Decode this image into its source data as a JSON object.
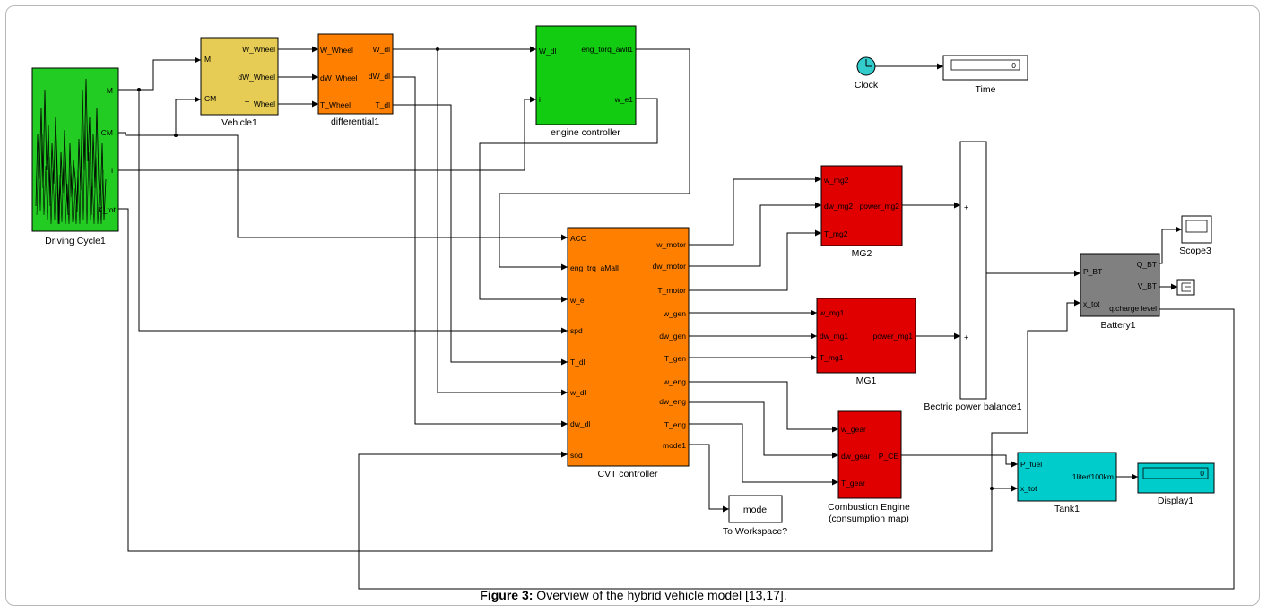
{
  "caption": {
    "figure_label": "Figure 3:",
    "text": " Overview of the hybrid vehicle model [13,17]."
  },
  "blocks": {
    "driving_cycle": {
      "label": "Driving Cycle1",
      "ports_out": [
        "M",
        "CM",
        "i",
        "K_tot"
      ],
      "color": "#22cc22"
    },
    "vehicle": {
      "label": "Vehicle1",
      "ports_in": [
        "M",
        "CM"
      ],
      "ports_out": [
        "W_Wheel",
        "dW_Wheel",
        "T_Wheel"
      ],
      "color": "#e6cc55"
    },
    "differential": {
      "label": "differential1",
      "ports_in": [
        "W_Wheel",
        "dW_Wheel",
        "T_Wheel"
      ],
      "ports_out": [
        "W_dl",
        "dW_dl",
        "T_dl"
      ],
      "color": "#ff8000"
    },
    "engine_controller": {
      "label": "engine controller",
      "ports_in": [
        "W_dl",
        "i"
      ],
      "ports_out": [
        "eng_torq_awll1",
        "w_e1"
      ],
      "color": "#11cc11"
    },
    "clock": {
      "label": "Clock"
    },
    "time": {
      "label": "Time",
      "value": "0"
    },
    "cvt": {
      "label": "CVT controller",
      "ports_in": [
        "ACC",
        "eng_trq_aMall",
        "w_e",
        "spd",
        "T_dl",
        "w_dl",
        "dw_dl",
        "sod"
      ],
      "ports_out": [
        "w_motor",
        "dw_motor",
        "T_motor",
        "w_gen",
        "dw_gen",
        "T_gen",
        "w_eng",
        "dw_eng",
        "T_eng",
        "mode1"
      ],
      "color": "#ff8000"
    },
    "mg2": {
      "label": "MG2",
      "ports_in": [
        "w_mg2",
        "dw_mg2",
        "T_mg2"
      ],
      "port_out": "power_mg2",
      "color": "#e00000"
    },
    "mg1": {
      "label": "MG1",
      "ports_in": [
        "w_mg1",
        "dw_mg1",
        "T_mg1"
      ],
      "port_out": "power_mg1",
      "color": "#e00000"
    },
    "power_balance": {
      "label": "Bectric power balance1",
      "signs": [
        "+",
        "+"
      ]
    },
    "battery": {
      "label": "Battery1",
      "ports_in": [
        "P_BT",
        "x_tot"
      ],
      "ports_out": [
        "Q_BT",
        "V_BT",
        "q.charge level"
      ],
      "color": "#808080"
    },
    "scope": {
      "label": "Scope3"
    },
    "combustion": {
      "label_line1": "Combustion Engine",
      "label_line2": "(consumption map)",
      "ports_in": [
        "w_gear",
        "dw_gear",
        "T_gear"
      ],
      "port_out": "P_CE",
      "color": "#e00000"
    },
    "to_workspace": {
      "label": "To Workspace?",
      "value": "mode"
    },
    "tank": {
      "label": "Tank1",
      "ports_in": [
        "P_fuel",
        "x_tot"
      ],
      "port_out": "1liter/100km",
      "color": "#00cccc"
    },
    "display": {
      "label": "Display1",
      "value": "0",
      "color": "#00cccc"
    }
  }
}
